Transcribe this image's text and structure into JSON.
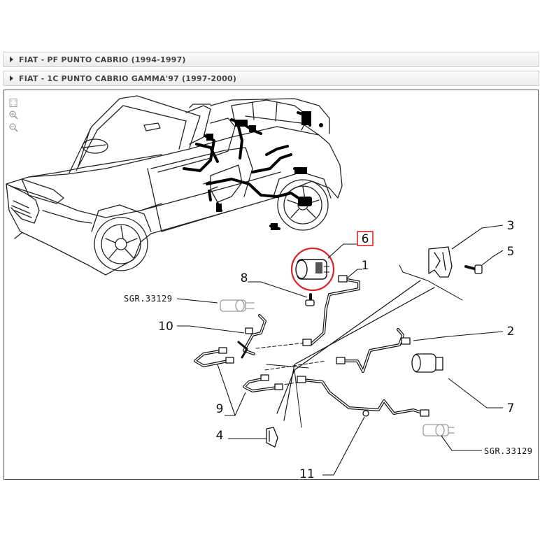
{
  "accordion": [
    {
      "label": "FIAT - PF PUNTO CABRIO (1994-1997)"
    },
    {
      "label": "FIAT - 1C PUNTO CABRIO GAMMA'97 (1997-2000)"
    }
  ],
  "toolbar": {
    "icons": [
      "fit-page-icon",
      "zoom-in-icon",
      "zoom-out-icon"
    ]
  },
  "diagram": {
    "callouts": {
      "c1": "1",
      "c2": "2",
      "c3": "3",
      "c4": "4",
      "c5": "5",
      "c6": "6",
      "c7": "7",
      "c8": "8",
      "c9": "9",
      "c10": "10",
      "c11": "11"
    },
    "ref_top": "SGR.33129",
    "ref_bottom": "SGR.33129",
    "highlighted_part": "6",
    "highlight_color": "#d9262c"
  }
}
